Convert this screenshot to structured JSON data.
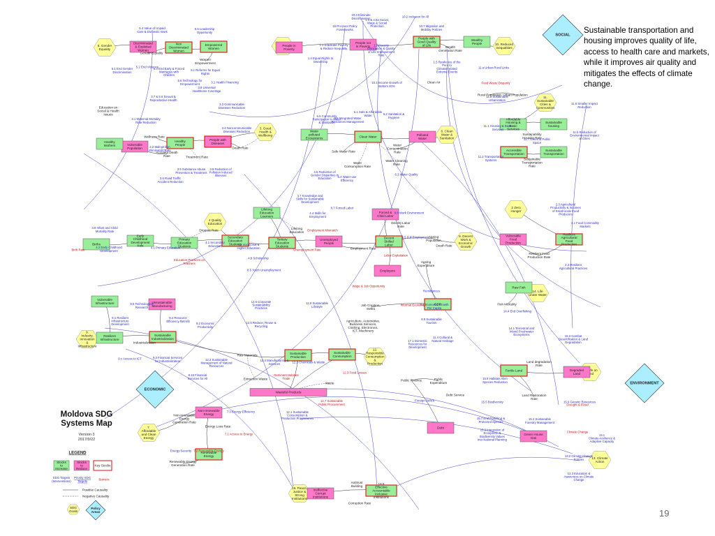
{
  "callout_text": "Sustainable transportation and housing improves quality of life, access to health care and markets, while it improves air quality and mitigates the effects of climate change.",
  "page_number": "19",
  "map_title_line1": "Moldova SDG",
  "map_title_line2": "Systems Map",
  "map_version": "Version 3",
  "map_date": "2017/9/22",
  "colors": {
    "goal": "#ffff99",
    "stock": "#99ee99",
    "policy": "#ff77c8",
    "keystock_border": "#dd1111",
    "domain": "#aaeeff",
    "blue_link": "#3333cc"
  },
  "domains": [
    {
      "id": "social",
      "label": "SOCIAL"
    },
    {
      "id": "economic",
      "label": "ECONOMIC"
    },
    {
      "id": "environment",
      "label": "ENVIRONMENT"
    },
    {
      "id": "policy",
      "label": "Policy Areas"
    }
  ],
  "goals": [
    {
      "label": "5. Gender Equality"
    },
    {
      "label": "1. No Poverty"
    },
    {
      "label": "10. Reduced Inequalities"
    },
    {
      "label": "3. Good Health & Wellbeing"
    },
    {
      "label": "4 Quality Education"
    },
    {
      "label": "6. Clean Water & Sanitation"
    },
    {
      "label": "11. Sustainable Cities & Communities"
    },
    {
      "label": "2 Zero Hunger"
    },
    {
      "label": "8. Decent Work & Economic Growth"
    },
    {
      "label": "9. Industry, Innovation & Infrastructure"
    },
    {
      "label": "14. Life Under Water"
    },
    {
      "label": "12. Responsible Consumption & Production"
    },
    {
      "label": "15. Life on Land"
    },
    {
      "label": "7. Affordable and Clean Energy"
    },
    {
      "label": "16. Peace, Justice & Strong Institutions"
    },
    {
      "label": "13. Climate Action"
    },
    {
      "label": "SDG Goals"
    }
  ],
  "stocks": [
    {
      "label": "Non Discriminated Women"
    },
    {
      "label": "Empowered Women"
    },
    {
      "label": "Discriminated & Exploited Women"
    },
    {
      "label": "People in Poverty"
    },
    {
      "label": "People not in Poverty"
    },
    {
      "label": "People with Good Quality of Life"
    },
    {
      "label": "Wealthy People"
    },
    {
      "label": "Healthy People"
    },
    {
      "label": "People with Diseases"
    },
    {
      "label": "Vulnerable Population"
    },
    {
      "label": "Healthy Mothers"
    },
    {
      "label": "Clean Water"
    },
    {
      "label": "Water polluted Ecosystems"
    },
    {
      "label": "Polluted Water"
    },
    {
      "label": "Affordable Housing & Basic Services"
    },
    {
      "label": "Sustainable housing"
    },
    {
      "label": "Accessible Transportation"
    },
    {
      "label": "Sustainable Transportation"
    },
    {
      "label": "Early Childhood Development Kids"
    },
    {
      "label": "Primary Education Students"
    },
    {
      "label": "Secondary Education Students"
    },
    {
      "label": "Tertiary Education Students"
    },
    {
      "label": "Lifelong Education Learners"
    },
    {
      "label": "Unemployed People"
    },
    {
      "label": "Forced & Child Labor"
    },
    {
      "label": "Decent Skilled Labor"
    },
    {
      "label": "Births"
    },
    {
      "label": "Employers"
    },
    {
      "label": "Resilient Agricultural Food Production"
    },
    {
      "label": "Vulnerable Food Production"
    },
    {
      "label": "Vulnerable Infrastructure"
    },
    {
      "label": "Unsustainable Manufacturing"
    },
    {
      "label": "Resilient Infrastructure"
    },
    {
      "label": "Sustainable Industrialization"
    },
    {
      "label": "GDP"
    },
    {
      "label": "Raw Fish"
    },
    {
      "label": "Sustainable Production"
    },
    {
      "label": "Sustainable Consumption"
    },
    {
      "label": "Wasteful Products"
    },
    {
      "label": "Fertile Land"
    },
    {
      "label": "Degraded Land"
    },
    {
      "label": "Debt"
    },
    {
      "label": "Non-renewable Energy"
    },
    {
      "label": "Renewable Energy"
    },
    {
      "label": "Green House Gas"
    },
    {
      "label": "Ineffective Corrupt Institutions"
    },
    {
      "label": "16.6 Effective Accountable Inclusive Institutions"
    }
  ],
  "variables": [
    {
      "label": "Gender Equality"
    },
    {
      "label": "Women Empowerment"
    },
    {
      "label": "Education on Social & Health Issues"
    },
    {
      "label": "Wellness Rate"
    },
    {
      "label": "Treatment Rate"
    },
    {
      "label": "Death Rate"
    },
    {
      "label": "Accident Death Rate"
    },
    {
      "label": "Wealth Generation Rate"
    },
    {
      "label": "Clean Air"
    },
    {
      "label": "Rural Population"
    },
    {
      "label": "Urban Population"
    },
    {
      "label": "Safe Water Rate"
    },
    {
      "label": "Water Contamination Rate"
    },
    {
      "label": "Water Consumption Rate"
    },
    {
      "label": "Water Cleaning Rate"
    },
    {
      "label": "Sustainability Housing Rate"
    },
    {
      "label": "Sustainable Transportation Rate"
    },
    {
      "label": "Dropout Rate"
    },
    {
      "label": "Lifelong Education"
    },
    {
      "label": "Employment Rate"
    },
    {
      "label": "Decent Labor Rate"
    },
    {
      "label": "Ageing Population"
    },
    {
      "label": "Death Rate"
    },
    {
      "label": "Ageing Expenditure"
    },
    {
      "label": "Resilient Food Production Rate"
    },
    {
      "label": "Fish Mortality"
    },
    {
      "label": "Job Creation, SMEs"
    },
    {
      "label": "Agriculture, Automotive, Business Services, Clothing, Electronics, ICT, Machinery"
    },
    {
      "label": "Industrialization"
    },
    {
      "label": "Raw Materials"
    },
    {
      "label": "Extraction Waste"
    },
    {
      "label": "Public Finance"
    },
    {
      "label": "Public Expenditure"
    },
    {
      "label": "Debt Service"
    },
    {
      "label": "Waste"
    },
    {
      "label": "Non-renewable Energy Generation Rate"
    },
    {
      "label": "Energy Loss Rate"
    },
    {
      "label": "Renewable Energy Generation Rate"
    },
    {
      "label": "Land Restoration Rate"
    },
    {
      "label": "Land degradation Rate"
    },
    {
      "label": "Antitrust Building"
    },
    {
      "label": "Corruption Rate"
    }
  ],
  "indicators": [
    {
      "label": "10.3 Eliminate Discrimination"
    },
    {
      "label": "1.3 & 4.5a Social, Wage & Social Protection"
    },
    {
      "label": "10.2 Inclusion for All"
    },
    {
      "label": "10.7 Migration and Mobility Policies"
    },
    {
      "label": "1b Pro-poor Policy Frameworks"
    },
    {
      "label": "1.1 Eradicate Poverty & Reduce Inequality"
    },
    {
      "label": "1.2 Poverty Elimination & Quality of Life Improvement Rate"
    },
    {
      "label": "1.4 Equal Rights to Ownership"
    },
    {
      "label": "5.4 Value of Unpaid Care & Domestic Work"
    },
    {
      "label": "5.5 Leadership Opportunity"
    },
    {
      "label": "5.2 End Violence"
    },
    {
      "label": "5.3 End Early & Forced Marriages with Children"
    },
    {
      "label": "5.1 End Gender Discrimination"
    },
    {
      "label": "5.6 Technology for Empowerment"
    },
    {
      "label": "5.c Reforms for Equal Rights"
    },
    {
      "label": "3.1 Health Financing"
    },
    {
      "label": "3.8 Universal Healthcare Coverage"
    },
    {
      "label": "3.7 & 5.6 Sexual & Reproductive Health"
    },
    {
      "label": "3.3 Communicable Diseases Reduction"
    },
    {
      "label": "3.4 Noncommunicable Diseases Reduction"
    },
    {
      "label": "3.1 Maternal Mortality Rate Reduction"
    },
    {
      "label": "2.2 Malnutrition Elimination Rate"
    },
    {
      "label": "3.5 Substance Abuse Prevention & Treatment"
    },
    {
      "label": "3.6 Road Traffic Accident Reduction"
    },
    {
      "label": "3.9 Reduction of Pollution Induced Illnesses"
    },
    {
      "label": "1.5 Resilience of the Poor to Climate-related Extreme Events"
    },
    {
      "label": "10.1 Income Growth of Bottom 40%"
    },
    {
      "label": "6.6 Community Participation in Water & Sanitation"
    },
    {
      "label": "6.5 Integrated Water Resources Management"
    },
    {
      "label": "6.1 Safe & Affordable Water"
    },
    {
      "label": "6.2 Sanitation & Hygiene"
    },
    {
      "label": "6.3 Water Quality"
    },
    {
      "label": "6.4 Water-use Efficiency"
    },
    {
      "label": "11.a Urban-Rural Links"
    },
    {
      "label": "Food Waste Disparity"
    },
    {
      "label": "11.3 Sustainable Urbanization"
    },
    {
      "label": "11.6 Smaller Impact Reduction"
    },
    {
      "label": "11.1 Housing & Basic Services"
    },
    {
      "label": "11.7 Green & Public Space"
    },
    {
      "label": "11.b Reduction of Environmental Impact of Cities"
    },
    {
      "label": "11.2 Transportation Systems"
    },
    {
      "label": "4.5 Reduction of Gender Disparities in Education"
    },
    {
      "label": "4.7 Knowledge and Skills for Sustainable Development"
    },
    {
      "label": "4.4 Skills for Employment"
    },
    {
      "label": "Employment Mismatch"
    },
    {
      "label": "8.7 Forced Labor"
    },
    {
      "label": "8.8 Work Environment"
    },
    {
      "label": "8.5 Full Employment"
    },
    {
      "label": "4.2 Early Childhood Development"
    },
    {
      "label": "4.1 Primary Education"
    },
    {
      "label": "4.1 Secondary Education"
    },
    {
      "label": "4.2 Vocational & Higher Education"
    },
    {
      "label": "4.b Scholarship"
    },
    {
      "label": "8.6 Youth Unemployment"
    },
    {
      "label": "Unemployment Rate"
    },
    {
      "label": "Education Practices on Teachers"
    },
    {
      "label": "3.8 Infant and Child Mortality Rate"
    },
    {
      "label": "Birth Rate"
    },
    {
      "label": "2.3 Agricultural Productivity & Incomes of Small-scale Food Producers"
    },
    {
      "label": "2.c Food Commodity Markets"
    },
    {
      "label": "2.4 Resilient Agricultural Practices"
    },
    {
      "label": "Labor Exploitation"
    },
    {
      "label": "Wage & Job Opportunity"
    },
    {
      "label": "Remittances"
    },
    {
      "label": "8.1 Economic Growth Per Capita"
    },
    {
      "label": "Informal Economy"
    },
    {
      "label": "8.9 Sustainable Tourism"
    },
    {
      "label": "11.4 Cultural & Natural Heritage"
    },
    {
      "label": "17.1 Domestic Resources for Development"
    },
    {
      "label": "14.4 End Overfishing"
    },
    {
      "label": "14.1 Terrestrial and Inland Freshwater Ecosystems"
    },
    {
      "label": "15.3 Combat Desertification & Land Degradation"
    },
    {
      "label": "9.5 Technological Research"
    },
    {
      "label": "9.1 Resilient Infrastructure Development"
    },
    {
      "label": "9.4 Resource Efficiency Retrofit"
    },
    {
      "label": "9.2 Economic Productivity"
    },
    {
      "label": "9.c Access to ICT"
    },
    {
      "label": "9.3 Financial Services for Industrialization"
    },
    {
      "label": "12.6 Corporate Sustainability Practices"
    },
    {
      "label": "12.8 Sustainable Lifestyle"
    },
    {
      "label": "12.5 Reduce, Reuse & Recycling"
    },
    {
      "label": "12.2 Sustainable Management of Natural Resources"
    },
    {
      "label": "12.4 Manufacturing & Services"
    },
    {
      "label": "12.3 Chemicals & Waste"
    },
    {
      "label": "12.3 Food Losses"
    },
    {
      "label": "Dominant Habitats Trade"
    },
    {
      "label": "8.16 Financial Services for All"
    },
    {
      "label": "12.1 Sustainable Consumption & Production Programmes"
    },
    {
      "label": "12.7 Sustainable Public Procurement"
    },
    {
      "label": "Foreign Deficit"
    },
    {
      "label": "15.9 Habitats Alien Species Reduction"
    },
    {
      "label": "15.5 Biodiversity"
    },
    {
      "label": "15.7 End Poaching & Protected Species"
    },
    {
      "label": "15.9 Integration of Ecosystem & Biodiversity Values into National Planning"
    },
    {
      "label": "15.2 Sustainable Forestry Management"
    },
    {
      "label": "15.6 Genetic Resources"
    },
    {
      "label": "Drought & Flood"
    },
    {
      "label": "Climate Change"
    },
    {
      "label": "13.1 Climate-resilience & Adaptive Capacity"
    },
    {
      "label": "13.2 Climate Change Policies"
    },
    {
      "label": "13.3 Education & Awareness on Climate Change"
    },
    {
      "label": "7.3 Energy Efficiency"
    },
    {
      "label": "7.1 Access to Energy"
    },
    {
      "label": "Energy Security"
    },
    {
      "label": "7.2 Renewable Energy"
    }
  ],
  "legend": {
    "title": "LEGEND",
    "stocks_increase": "Stocks to Increase",
    "stocks_reduce": "Stocks to Reduce",
    "key_stocks": "Key Stocks",
    "targets": "SDG Targets (Interventions)",
    "priority_targets": "Priority SDG Targets",
    "barriers": "Barriers",
    "positive": "Positive Causality",
    "negative": "Negative Causality",
    "sdg_goals": "SDG Goals",
    "policy_areas": "Policy Areas"
  }
}
